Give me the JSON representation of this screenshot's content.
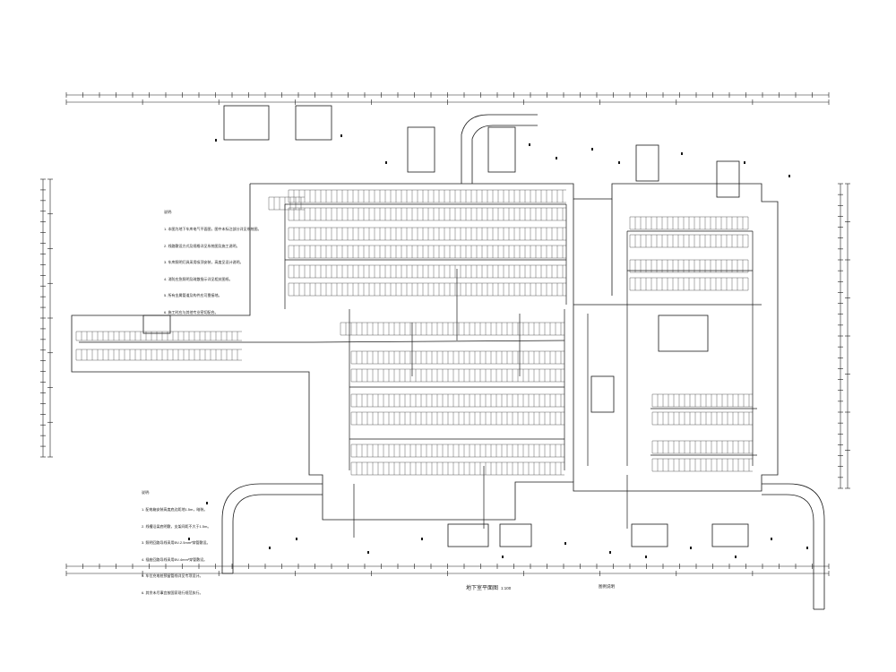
{
  "drawing": {
    "title": "地下室平面图",
    "scale": "1:100",
    "legend_title": "图例说明",
    "note_block_1": {
      "heading": "说明:",
      "lines": [
        "1. 本图为地下车库电气平面图，图中未标注部分详见系统图。",
        "2. 线路敷设方式及规格详见系统图及施工说明。",
        "3. 车库照明灯具采用吸顶安装，高度见设计说明。",
        "4. 消防应急照明及疏散指示详见相关图纸。",
        "5. 所有金属管道及构件应可靠接地。",
        "6. 施工时应与其他专业密切配合。"
      ]
    },
    "note_block_2": {
      "heading": "说明:",
      "lines": [
        "1. 配电箱安装高度底边距地1.5m，暗装。",
        "2. 线槽沿梁底明敷，支架间距不大于1.5m。",
        "3. 照明回路导线采用BV-2.5mm²穿管敷设。",
        "4. 插座回路导线采用BV-4mm²穿管敷设。",
        "5. 车位充电桩预留管线详见专项设计。",
        "6. 其余未尽事宜按国家现行规范执行。"
      ]
    }
  },
  "colors": {
    "line": "#1a1a1a",
    "background": "#ffffff"
  }
}
